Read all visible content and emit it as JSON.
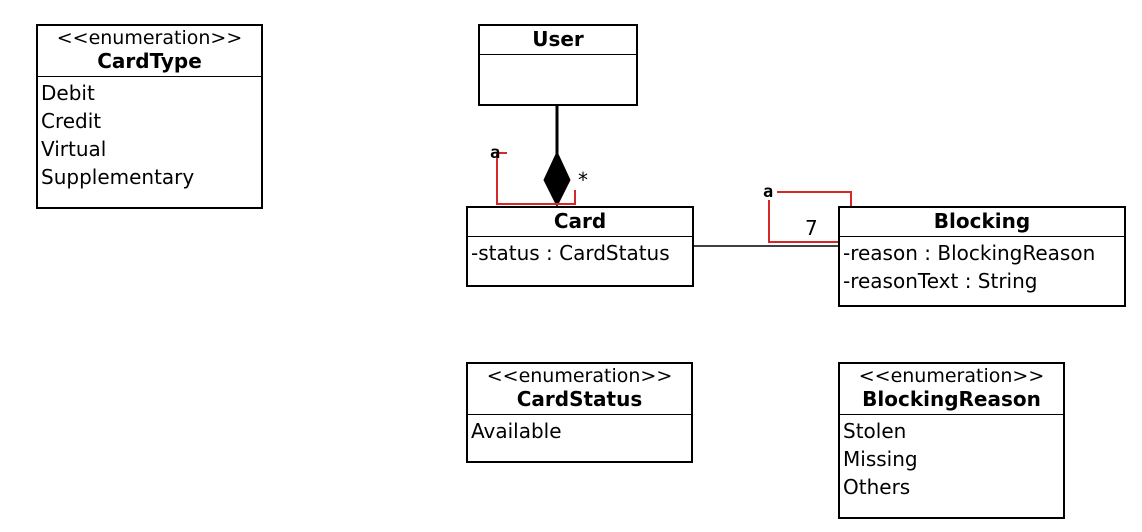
{
  "classes": {
    "card_type": {
      "stereotype": "<<enumeration>>",
      "name": "CardType",
      "literals": [
        "Debit",
        "Credit",
        "Virtual",
        "Supplementary"
      ]
    },
    "user": {
      "name": "User"
    },
    "card": {
      "name": "Card",
      "attributes": [
        "-status : CardStatus"
      ]
    },
    "blocking": {
      "name": "Blocking",
      "attributes": [
        "-reason : BlockingReason",
        "-reasonText : String"
      ]
    },
    "card_status": {
      "stereotype": "<<enumeration>>",
      "name": "CardStatus",
      "literals": [
        "Available"
      ]
    },
    "blocking_reason": {
      "stereotype": "<<enumeration>>",
      "name": "BlockingReason",
      "literals": [
        "Stolen",
        "Missing",
        "Others"
      ]
    }
  },
  "relations": {
    "user_card": {
      "kind": "composition",
      "multiplicity_card_end": "*",
      "anchor_label": "a"
    },
    "card_blocking": {
      "kind": "association",
      "multiplicity_blocking_end": "7",
      "anchor_label": "a"
    }
  },
  "colors": {
    "line": "#000000",
    "highlight": "#d62828"
  }
}
